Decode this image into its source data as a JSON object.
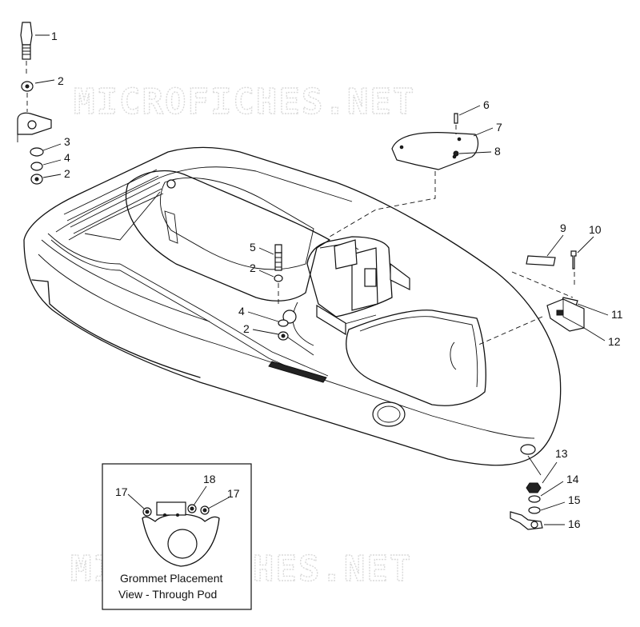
{
  "watermark": "MICROFICHES.NET",
  "inset_caption": [
    "Grommet Placement",
    "View - Through Pod"
  ],
  "callouts": {
    "c1": "1",
    "c2a": "2",
    "c3": "3",
    "c4a": "4",
    "c2b": "2",
    "c6": "6",
    "c7": "7",
    "c8": "8",
    "c5": "5",
    "c2c": "2",
    "c4b": "4",
    "c2d": "2",
    "c9": "9",
    "c10": "10",
    "c11": "11",
    "c12": "12",
    "c13": "13",
    "c14": "14",
    "c15": "15",
    "c16": "16",
    "c17a": "17",
    "c18": "18",
    "c17b": "17"
  }
}
